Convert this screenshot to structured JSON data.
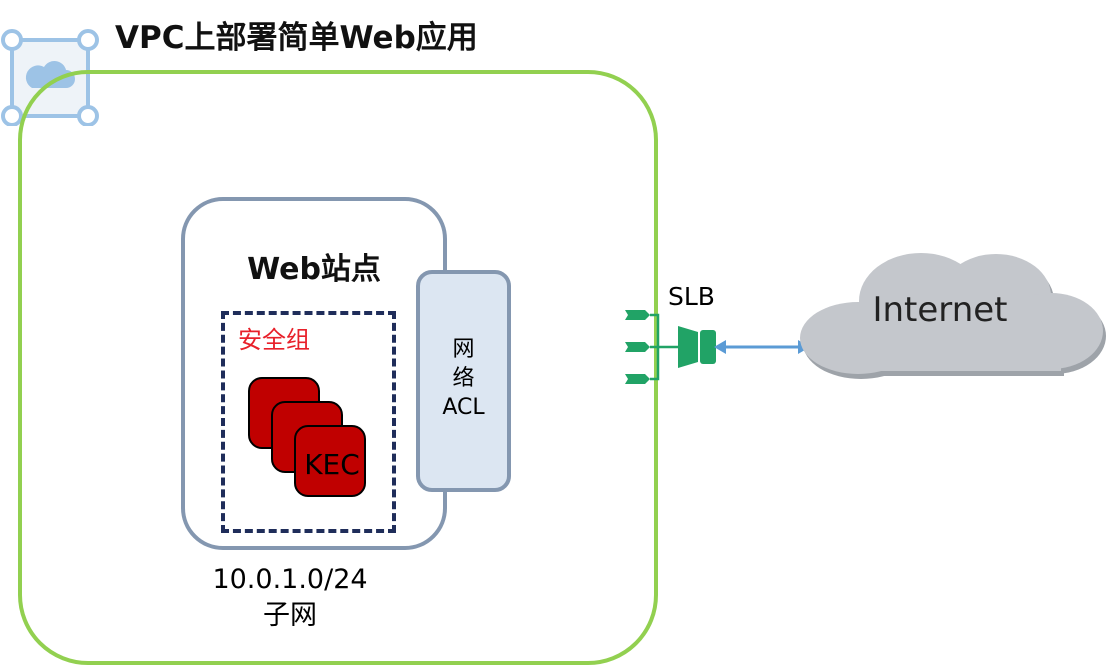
{
  "diagram": {
    "title": "VPC上部署简单Web应用",
    "web_site": {
      "title": "Web站点",
      "security_group_label": "安全组",
      "instance_label": "KEC"
    },
    "network_acl": {
      "line1": "网",
      "line2": "络",
      "line3": "ACL"
    },
    "subnet": {
      "cidr": "10.0.1.0/24",
      "label": "子网"
    },
    "load_balancer": {
      "label": "SLB"
    },
    "internet": {
      "label": "Internet"
    },
    "colors": {
      "vpc_border": "#92d050",
      "web_border": "#8497b0",
      "security_group_border": "#1f2d5a",
      "security_group_text": "#e8202a",
      "kec_fill": "#c00000",
      "acl_fill": "#dce6f2",
      "slb_green": "#21a366",
      "arrow_blue": "#5b9bd5",
      "cloud_gray": "#c4c7cc"
    },
    "icons": [
      "vpc-cloud-icon",
      "slb-icon",
      "internet-cloud-icon"
    ]
  }
}
